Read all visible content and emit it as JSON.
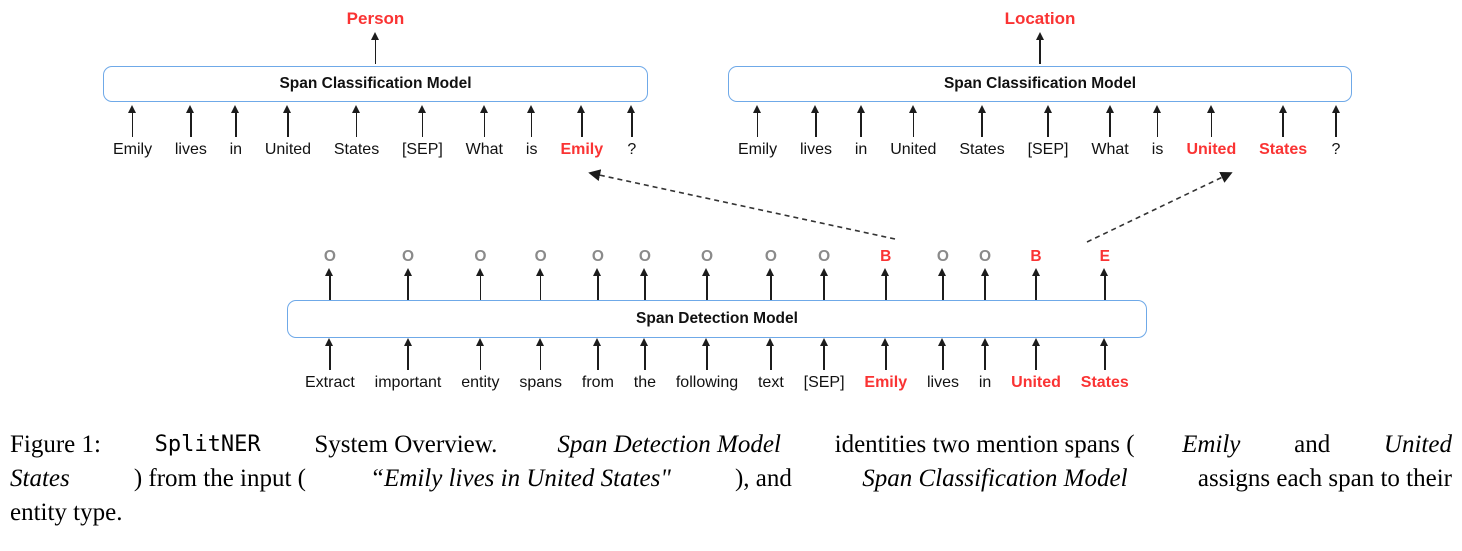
{
  "figure": {
    "classification_left": {
      "output_label": "Person",
      "box_label": "Span Classification Model",
      "tokens": [
        {
          "text": "Emily",
          "red": false
        },
        {
          "text": "lives",
          "red": false
        },
        {
          "text": "in",
          "red": false
        },
        {
          "text": "United",
          "red": false
        },
        {
          "text": "States",
          "red": false
        },
        {
          "text": "[SEP]",
          "red": false
        },
        {
          "text": "What",
          "red": false
        },
        {
          "text": "is",
          "red": false
        },
        {
          "text": "Emily",
          "red": true
        },
        {
          "text": "?",
          "red": false
        }
      ]
    },
    "classification_right": {
      "output_label": "Location",
      "box_label": "Span Classification Model",
      "tokens": [
        {
          "text": "Emily",
          "red": false
        },
        {
          "text": "lives",
          "red": false
        },
        {
          "text": "in",
          "red": false
        },
        {
          "text": "United",
          "red": false
        },
        {
          "text": "States",
          "red": false
        },
        {
          "text": "[SEP]",
          "red": false
        },
        {
          "text": "What",
          "red": false
        },
        {
          "text": "is",
          "red": false
        },
        {
          "text": "United",
          "red": true
        },
        {
          "text": "States",
          "red": true
        },
        {
          "text": "?",
          "red": false
        }
      ]
    },
    "detection": {
      "box_label": "Span Detection Model",
      "columns": [
        {
          "tag": "O",
          "tag_red": false,
          "token": "Extract",
          "token_red": false
        },
        {
          "tag": "O",
          "tag_red": false,
          "token": "important",
          "token_red": false
        },
        {
          "tag": "O",
          "tag_red": false,
          "token": "entity",
          "token_red": false
        },
        {
          "tag": "O",
          "tag_red": false,
          "token": "spans",
          "token_red": false
        },
        {
          "tag": "O",
          "tag_red": false,
          "token": "from",
          "token_red": false
        },
        {
          "tag": "O",
          "tag_red": false,
          "token": "the",
          "token_red": false
        },
        {
          "tag": "O",
          "tag_red": false,
          "token": "following",
          "token_red": false
        },
        {
          "tag": "O",
          "tag_red": false,
          "token": "text",
          "token_red": false
        },
        {
          "tag": "O",
          "tag_red": false,
          "token": "[SEP]",
          "token_red": false
        },
        {
          "tag": "B",
          "tag_red": true,
          "token": "Emily",
          "token_red": true
        },
        {
          "tag": "O",
          "tag_red": false,
          "token": "lives",
          "token_red": false
        },
        {
          "tag": "O",
          "tag_red": false,
          "token": "in",
          "token_red": false
        },
        {
          "tag": "B",
          "tag_red": true,
          "token": "United",
          "token_red": true
        },
        {
          "tag": "E",
          "tag_red": true,
          "token": "States",
          "token_red": true
        }
      ]
    }
  },
  "caption": {
    "line1": [
      {
        "text": "Figure 1: ",
        "style": "normal"
      },
      {
        "text": "SplitNER",
        "style": "mono"
      },
      {
        "text": " System Overview.  ",
        "style": "normal"
      },
      {
        "text": "Span Detection Model",
        "style": "italic"
      },
      {
        "text": " identities two mention spans (",
        "style": "normal"
      },
      {
        "text": "Emily",
        "style": "italic"
      },
      {
        "text": " and ",
        "style": "normal"
      },
      {
        "text": "United",
        "style": "italic"
      }
    ],
    "line2": [
      {
        "text": "States",
        "style": "italic"
      },
      {
        "text": ") from the input (",
        "style": "normal"
      },
      {
        "text": "“Emily lives in United States\"",
        "style": "italic"
      },
      {
        "text": "), and ",
        "style": "normal"
      },
      {
        "text": "Span Classification Model",
        "style": "italic"
      },
      {
        "text": " assigns each span to their",
        "style": "normal"
      }
    ],
    "line3": [
      {
        "text": "entity type.",
        "style": "normal"
      }
    ]
  },
  "colors": {
    "red": "#fa3333",
    "gray": "#8a8a8a",
    "box_border": "#6fa9e8",
    "arrow": "#1c1c1c"
  }
}
